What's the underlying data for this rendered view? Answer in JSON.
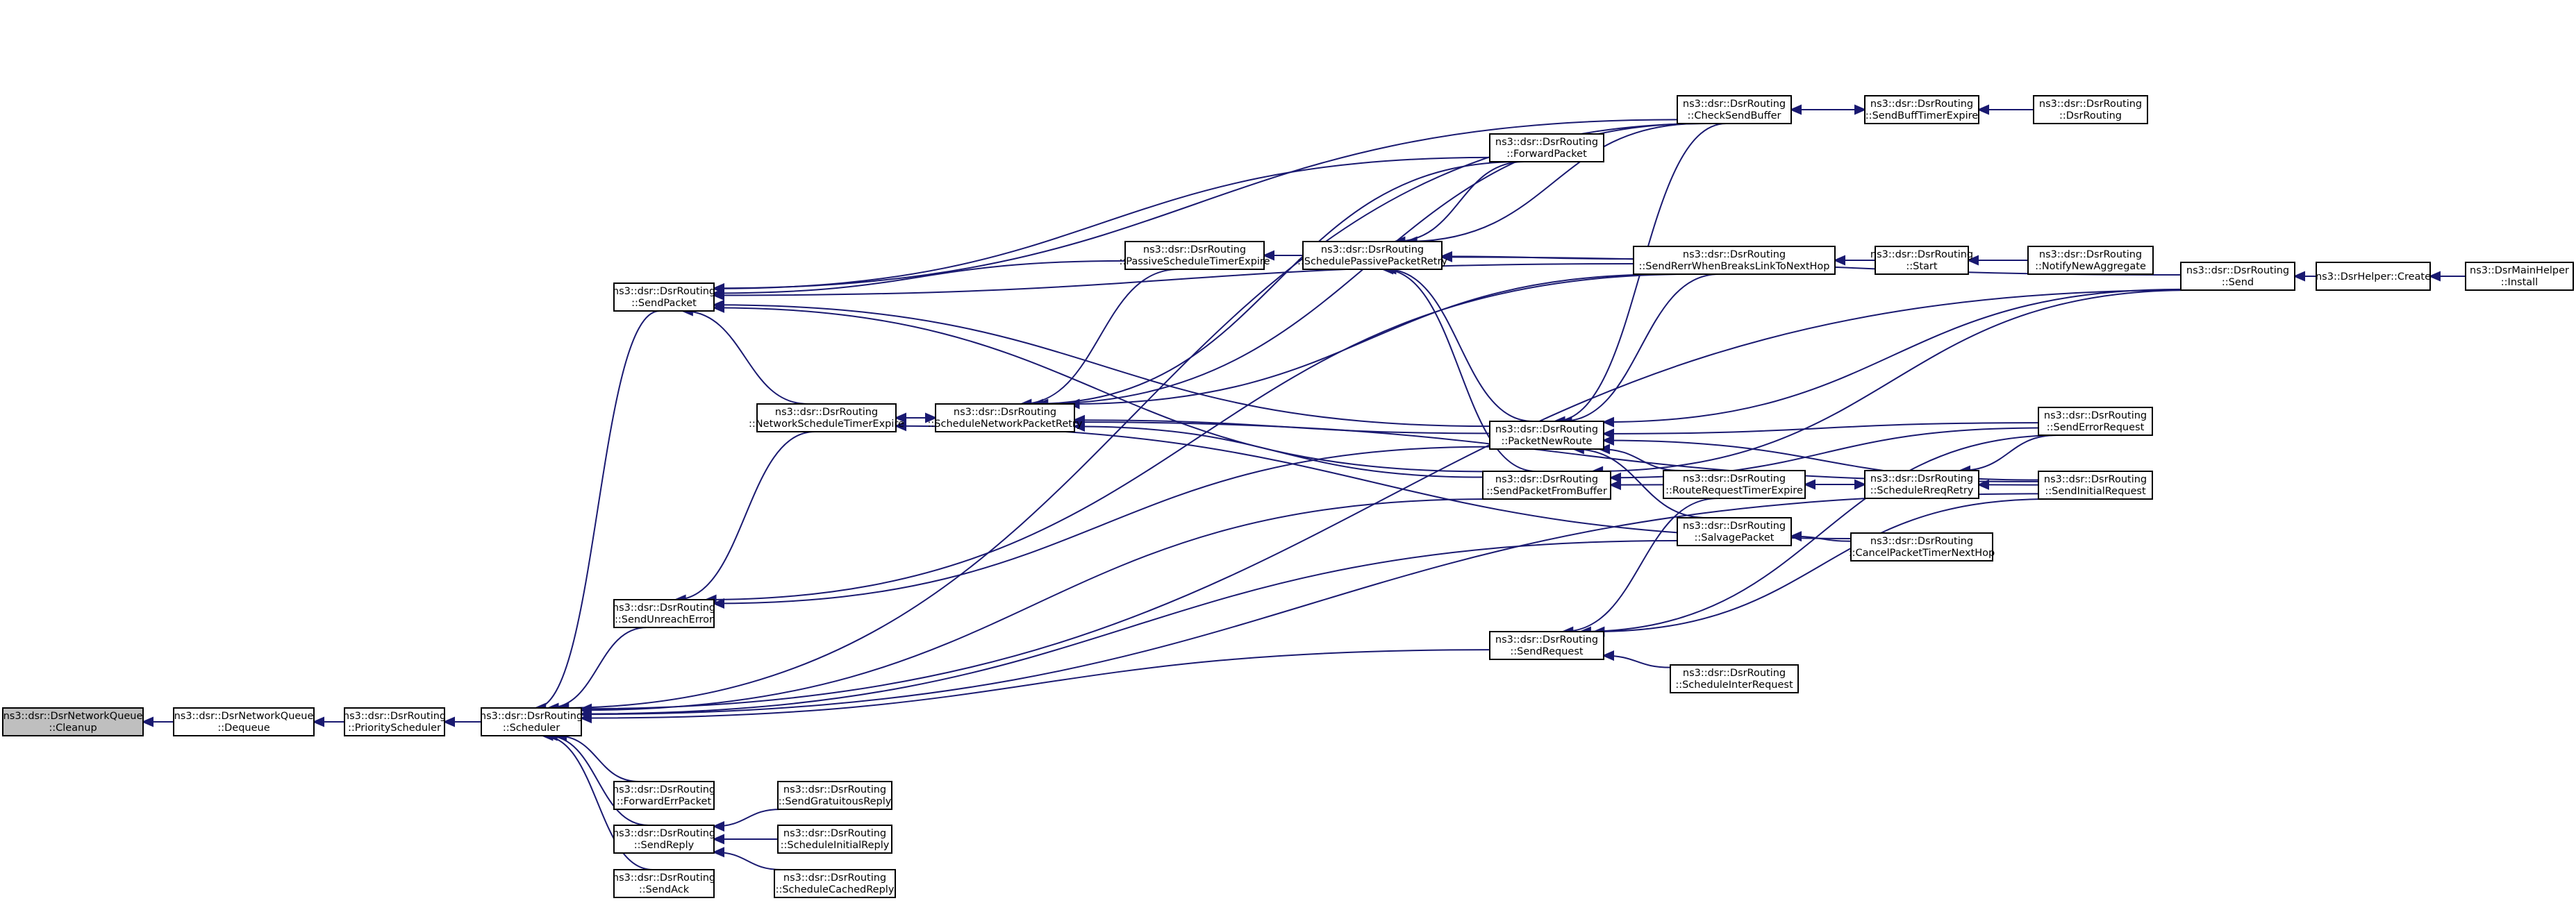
{
  "graph": {
    "edge_color": "#191970",
    "root_fill": "#bfbfbf",
    "nodes": [
      {
        "id": "cleanup",
        "line1": "ns3::dsr::DsrNetworkQueue",
        "line2": "::Cleanup",
        "root": true
      },
      {
        "id": "dequeue",
        "line1": "ns3::dsr::DsrNetworkQueue",
        "line2": "::Dequeue"
      },
      {
        "id": "priority",
        "line1": "ns3::dsr::DsrRouting",
        "line2": "::PriorityScheduler"
      },
      {
        "id": "scheduler",
        "line1": "ns3::dsr::DsrRouting",
        "line2": "::Scheduler"
      },
      {
        "id": "sendpacket",
        "line1": "ns3::dsr::DsrRouting",
        "line2": "::SendPacket"
      },
      {
        "id": "netsched",
        "line1": "ns3::dsr::DsrRouting",
        "line2": "::NetworkScheduleTimerExpire"
      },
      {
        "id": "unreach",
        "line1": "ns3::dsr::DsrRouting",
        "line2": "::SendUnreachError"
      },
      {
        "id": "fwderr",
        "line1": "ns3::dsr::DsrRouting",
        "line2": "::ForwardErrPacket"
      },
      {
        "id": "sendreply",
        "line1": "ns3::dsr::DsrRouting",
        "line2": "::SendReply"
      },
      {
        "id": "sendack",
        "line1": "ns3::dsr::DsrRouting",
        "line2": "::SendAck"
      },
      {
        "id": "gratuitous",
        "line1": "ns3::dsr::DsrRouting",
        "line2": "::SendGratuitousReply"
      },
      {
        "id": "initreply",
        "line1": "ns3::dsr::DsrRouting",
        "line2": "::ScheduleInitialReply"
      },
      {
        "id": "cachedreply",
        "line1": "ns3::dsr::DsrRouting",
        "line2": "::ScheduleCachedReply"
      },
      {
        "id": "schednet",
        "line1": "ns3::dsr::DsrRouting",
        "line2": "::ScheduleNetworkPacketRetry"
      },
      {
        "id": "passivetimer",
        "line1": "ns3::dsr::DsrRouting",
        "line2": "::PassiveScheduleTimerExpire"
      },
      {
        "id": "schedpassive",
        "line1": "ns3::dsr::DsrRouting",
        "line2": "::SchedulePassivePacketRetry"
      },
      {
        "id": "fwdpacket",
        "line1": "ns3::dsr::DsrRouting",
        "line2": "::ForwardPacket"
      },
      {
        "id": "packetnewroute",
        "line1": "ns3::dsr::DsrRouting",
        "line2": "::PacketNewRoute"
      },
      {
        "id": "sendfrombuffer",
        "line1": "ns3::dsr::DsrRouting",
        "line2": "::SendPacketFromBuffer"
      },
      {
        "id": "sendrequest",
        "line1": "ns3::dsr::DsrRouting",
        "line2": "::SendRequest"
      },
      {
        "id": "checksend",
        "line1": "ns3::dsr::DsrRouting",
        "line2": "::CheckSendBuffer"
      },
      {
        "id": "senderr",
        "line1": "ns3::dsr::DsrRouting",
        "line2": "::SendRerrWhenBreaksLinkToNextHop"
      },
      {
        "id": "rreqtimer",
        "line1": "ns3::dsr::DsrRouting",
        "line2": "::RouteRequestTimerExpire"
      },
      {
        "id": "salvage",
        "line1": "ns3::dsr::DsrRouting",
        "line2": "::SalvagePacket"
      },
      {
        "id": "schedinter",
        "line1": "ns3::dsr::DsrRouting",
        "line2": "::ScheduleInterRequest"
      },
      {
        "id": "sendbufftimer",
        "line1": "ns3::dsr::DsrRouting",
        "line2": "::SendBuffTimerExpire"
      },
      {
        "id": "start",
        "line1": "ns3::dsr::DsrRouting",
        "line2": "::Start"
      },
      {
        "id": "schedreq",
        "line1": "ns3::dsr::DsrRouting",
        "line2": "::ScheduleRreqRetry"
      },
      {
        "id": "cancel",
        "line1": "ns3::dsr::DsrRouting",
        "line2": "::CancelPacketTimerNextHop"
      },
      {
        "id": "dsrrouting",
        "line1": "ns3::dsr::DsrRouting",
        "line2": "::DsrRouting"
      },
      {
        "id": "notify",
        "line1": "ns3::dsr::DsrRouting",
        "line2": "::NotifyNewAggregate"
      },
      {
        "id": "senderrreq",
        "line1": "ns3::dsr::DsrRouting",
        "line2": "::SendErrorRequest"
      },
      {
        "id": "sendinitial",
        "line1": "ns3::dsr::DsrRouting",
        "line2": "::SendInitialRequest"
      },
      {
        "id": "send",
        "line1": "ns3::dsr::DsrRouting",
        "line2": "::Send"
      },
      {
        "id": "helpercreate",
        "line1": "ns3::DsrHelper::Create",
        "line2": ""
      },
      {
        "id": "mainhelper",
        "line1": "ns3::DsrMainHelper",
        "line2": "::Install"
      }
    ],
    "edges": [
      [
        "dequeue",
        "cleanup"
      ],
      [
        "priority",
        "dequeue"
      ],
      [
        "scheduler",
        "priority"
      ],
      [
        "sendpacket",
        "scheduler"
      ],
      [
        "unreach",
        "scheduler"
      ],
      [
        "fwderr",
        "scheduler"
      ],
      [
        "sendreply",
        "scheduler"
      ],
      [
        "sendack",
        "scheduler"
      ],
      [
        "sendfrombuffer",
        "scheduler"
      ],
      [
        "sendrequest",
        "scheduler"
      ],
      [
        "salvage",
        "scheduler"
      ],
      [
        "send",
        "scheduler"
      ],
      [
        "checksend",
        "scheduler"
      ],
      [
        "sendinitial",
        "scheduler"
      ],
      [
        "gratuitous",
        "sendreply"
      ],
      [
        "initreply",
        "sendreply"
      ],
      [
        "cachedreply",
        "sendreply"
      ],
      [
        "netsched",
        "unreach"
      ],
      [
        "senderr",
        "unreach"
      ],
      [
        "packetnewroute",
        "unreach"
      ],
      [
        "netsched",
        "sendpacket"
      ],
      [
        "passivetimer",
        "sendpacket"
      ],
      [
        "fwdpacket",
        "sendpacket"
      ],
      [
        "senderr",
        "sendpacket"
      ],
      [
        "packetnewroute",
        "sendpacket"
      ],
      [
        "checksend",
        "sendpacket"
      ],
      [
        "sendfrombuffer",
        "sendpacket"
      ],
      [
        "schednet",
        "netsched"
      ],
      [
        "netsched",
        "schednet"
      ],
      [
        "passivetimer",
        "schednet"
      ],
      [
        "fwdpacket",
        "schednet"
      ],
      [
        "checksend",
        "schednet"
      ],
      [
        "senderr",
        "schednet"
      ],
      [
        "packetnewroute",
        "schednet"
      ],
      [
        "sendfrombuffer",
        "schednet"
      ],
      [
        "sendinitial",
        "schednet"
      ],
      [
        "schedpassive",
        "passivetimer"
      ],
      [
        "fwdpacket",
        "schedpassive"
      ],
      [
        "checksend",
        "schedpassive"
      ],
      [
        "senderr",
        "schedpassive"
      ],
      [
        "packetnewroute",
        "schedpassive"
      ],
      [
        "sendfrombuffer",
        "schedpassive"
      ],
      [
        "send",
        "schedpassive"
      ],
      [
        "checksend",
        "packetnewroute"
      ],
      [
        "senderr",
        "packetnewroute"
      ],
      [
        "rreqtimer",
        "packetnewroute"
      ],
      [
        "salvage",
        "packetnewroute"
      ],
      [
        "senderrreq",
        "packetnewroute"
      ],
      [
        "send",
        "packetnewroute"
      ],
      [
        "rreqtimer",
        "sendfrombuffer"
      ],
      [
        "senderrreq",
        "sendfrombuffer"
      ],
      [
        "send",
        "sendfrombuffer"
      ],
      [
        "sendinitial",
        "packetnewroute"
      ],
      [
        "rreqtimer",
        "sendrequest"
      ],
      [
        "schedinter",
        "sendrequest"
      ],
      [
        "senderrreq",
        "sendrequest"
      ],
      [
        "sendinitial",
        "sendrequest"
      ],
      [
        "sendbufftimer",
        "checksend"
      ],
      [
        "checksend",
        "sendbufftimer"
      ],
      [
        "dsrrouting",
        "sendbufftimer"
      ],
      [
        "start",
        "senderr"
      ],
      [
        "notify",
        "start"
      ],
      [
        "schedreq",
        "rreqtimer"
      ],
      [
        "rreqtimer",
        "schedreq"
      ],
      [
        "senderrreq",
        "schedreq"
      ],
      [
        "sendinitial",
        "schedreq"
      ],
      [
        "cancel",
        "salvage"
      ],
      [
        "cancel",
        "netsched"
      ],
      [
        "helpercreate",
        "send"
      ],
      [
        "mainhelper",
        "helpercreate"
      ]
    ]
  }
}
